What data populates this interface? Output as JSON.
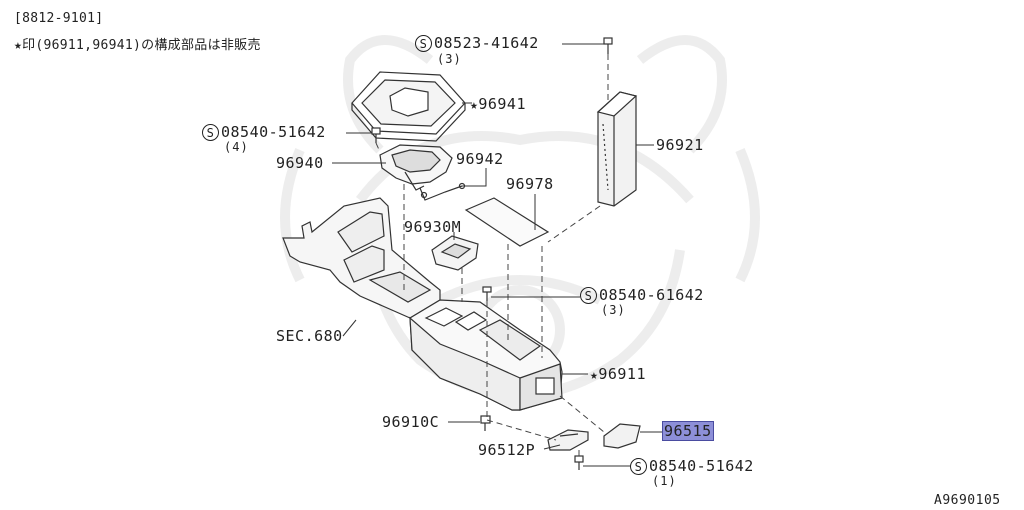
{
  "header": {
    "date_range": "[8812-9101]",
    "note": "★印(96911,96941)の構成部品は非販売"
  },
  "callouts": {
    "p08523": {
      "s": "S",
      "number": "08523-41642",
      "qty": "(3)"
    },
    "p96941": {
      "star": "★",
      "number": "96941"
    },
    "p08540a": {
      "s": "S",
      "number": "08540-51642",
      "qty": "(4)"
    },
    "p96921": {
      "number": "96921"
    },
    "p96940": {
      "number": "96940"
    },
    "p96942": {
      "number": "96942"
    },
    "p96978": {
      "number": "96978"
    },
    "p96930m": {
      "number": "96930M"
    },
    "p08540b": {
      "s": "S",
      "number": "08540-61642",
      "qty": "(3)"
    },
    "sec680": {
      "number": "SEC.680"
    },
    "p96911": {
      "star": "★",
      "number": "96911"
    },
    "p96910c": {
      "number": "96910C"
    },
    "p96515": {
      "number": "96515"
    },
    "p96512p": {
      "number": "96512P"
    },
    "p08540c": {
      "s": "S",
      "number": "08540-51642",
      "qty": "(1)"
    }
  },
  "footer": {
    "code": "A9690105"
  },
  "colors": {
    "line": "#333333",
    "highlight": "#8d8fd8",
    "watermark": "#ececec"
  }
}
